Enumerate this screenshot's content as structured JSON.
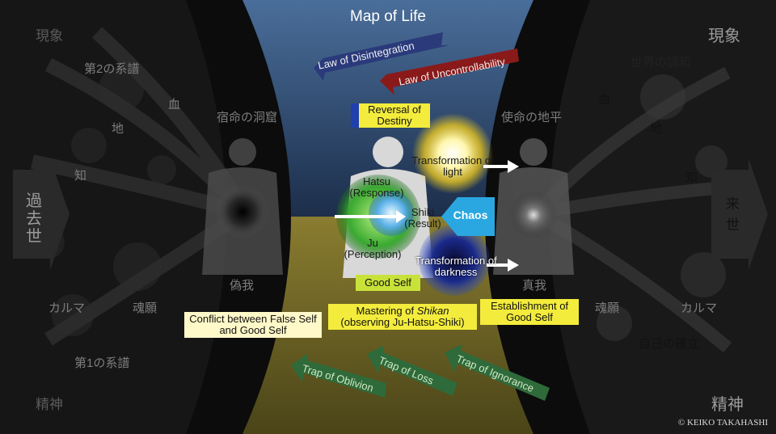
{
  "title": "Map of Life",
  "copyright": "© KEIKO TAKAHASHI",
  "colors": {
    "sky": "#3e5e8a",
    "ground": "#7a6f2a",
    "law_disintegration": "#2a3a7a",
    "law_uncontrollability": "#8a1a1a",
    "trap": "#2f6a3a",
    "yellow_box": "#f3ec3c",
    "green_box": "#c8e23a",
    "chaos": "#2aa7e0"
  },
  "laws": {
    "disintegration": "Law of Disintegration",
    "uncontrollability": "Law of Uncontrollability"
  },
  "traps": {
    "oblivion": "Trap of Oblivion",
    "loss": "Trap of Loss",
    "ignorance": "Trap of Ignorance"
  },
  "left": {
    "phenomenon": "現象",
    "second_lineage": "第2の系譜",
    "blood": "血",
    "land": "地",
    "knowledge": "知",
    "past_life": "過去世",
    "karma": "カルマ",
    "soul_wish": "魂願",
    "first_lineage": "第1の系譜",
    "spirit": "精神",
    "cave": "宿命の洞窟",
    "false_self": "偽我"
  },
  "right": {
    "phenomenon": "現象",
    "world_harmony": "世界の調和",
    "blood": "血",
    "land": "地",
    "knowledge": "知",
    "next_life": "来世",
    "soul_wish": "魂願",
    "karma": "カルマ",
    "self_establishment": "自己の確立",
    "spirit": "精神",
    "horizon": "使命の地平",
    "true_self": "真我"
  },
  "center": {
    "reversal": "Reversal of Destiny",
    "transform_light": "Transformation of light",
    "hatsu": "Hatsu (Response)",
    "shiki": "Shiki (Result)",
    "ju": "Ju (Perception)",
    "chaos": "Chaos",
    "transform_dark": "Transformation of darkness",
    "good_self": "Good Self"
  },
  "bottom": {
    "conflict": "Conflict between False Self and Good Self",
    "mastering_prefix": "Mastering of ",
    "mastering_italic": "Shikan",
    "mastering_sub": "(observing Ju-Hatsu-Shiki)",
    "establishment": "Establishment of Good Self"
  }
}
